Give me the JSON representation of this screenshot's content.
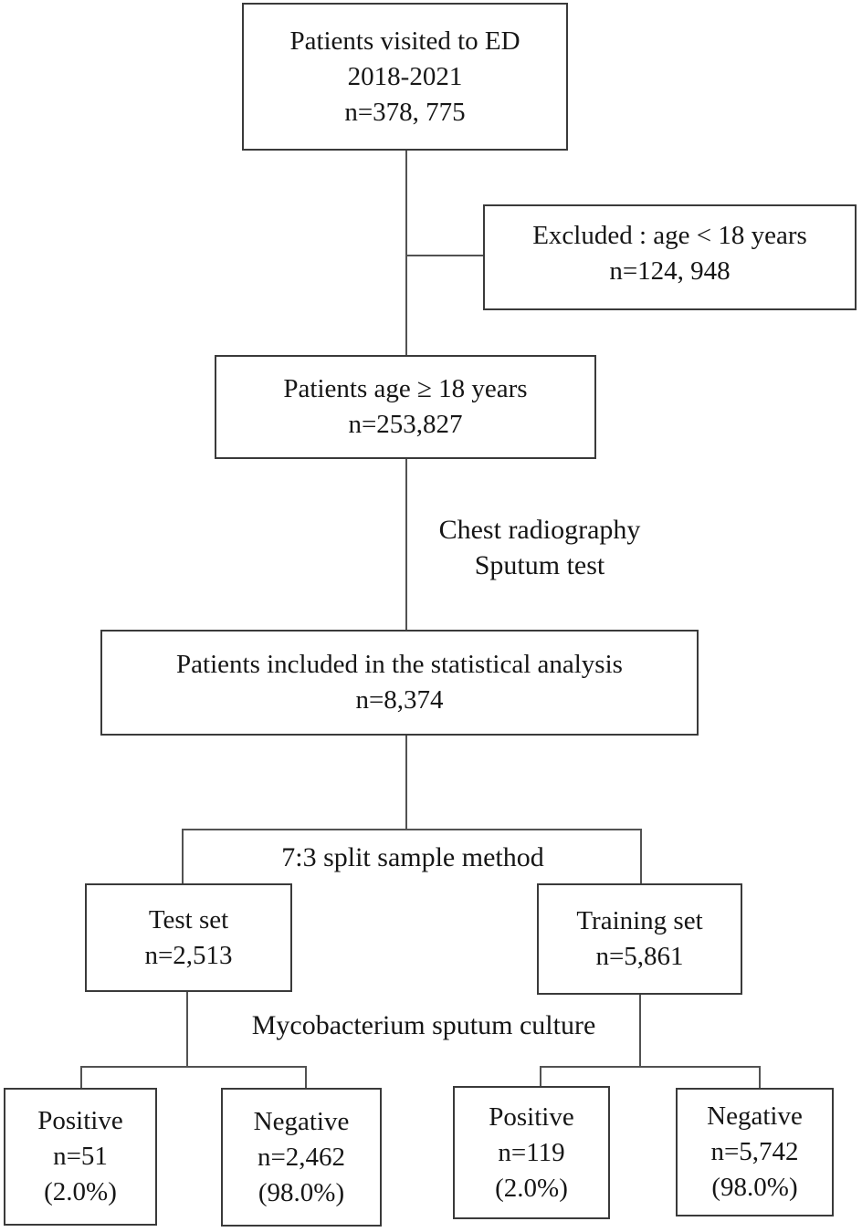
{
  "boxes": {
    "ed": {
      "lines": [
        "Patients visited to ED",
        "2018-2021",
        "n=378, 775"
      ]
    },
    "excluded": {
      "lines": [
        "Excluded : age < 18 years",
        "n=124, 948"
      ]
    },
    "age18": {
      "lines": [
        "Patients age ≥ 18 years",
        "n=253,827"
      ]
    },
    "included": {
      "lines": [
        "Patients included in the statistical analysis",
        "n=8,374"
      ]
    },
    "test_set": {
      "lines": [
        "Test set",
        "n=2,513"
      ]
    },
    "training_set": {
      "lines": [
        "Training set",
        "n=5,861"
      ]
    },
    "test_positive": {
      "lines": [
        "Positive",
        "n=51",
        "(2.0%)"
      ]
    },
    "test_negative": {
      "lines": [
        "Negative",
        "n=2,462",
        "(98.0%)"
      ]
    },
    "training_positive": {
      "lines": [
        "Positive",
        "n=119",
        "(2.0%)"
      ]
    },
    "training_negative": {
      "lines": [
        "Negative",
        "n=5,742",
        "(98.0%)"
      ]
    }
  },
  "labels": {
    "tests_line1": "Chest radiography",
    "tests_line2": "Sputum test",
    "split": "7:3 split sample method",
    "culture": "Mycobacterium sputum culture"
  },
  "colors": {
    "background": "#ffffff",
    "box_border": "#3a3a3a",
    "connector": "#525252",
    "text": "#161616"
  }
}
